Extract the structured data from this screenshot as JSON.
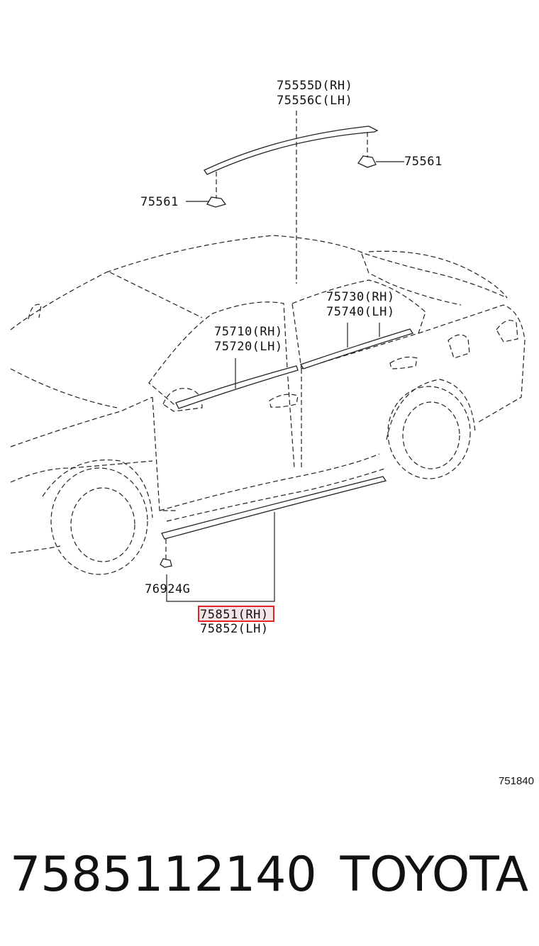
{
  "labels": {
    "upper_molding_rh": "75555D(RH)",
    "upper_molding_lh": "75556C(LH)",
    "clip_right": "75561",
    "clip_left": "75561",
    "rear_door_rh": "75730(RH)",
    "rear_door_lh": "75740(LH)",
    "front_door_rh": "75710(RH)",
    "front_door_lh": "75720(LH)",
    "clip_rocker": "76924G",
    "rocker_rh": "75851(RH)",
    "rocker_lh": "75852(LH)"
  },
  "diagram_code": "751840",
  "footer": {
    "part_number": "7585112140",
    "brand": "TOYOTA"
  },
  "highlight_color": "#e0262a"
}
